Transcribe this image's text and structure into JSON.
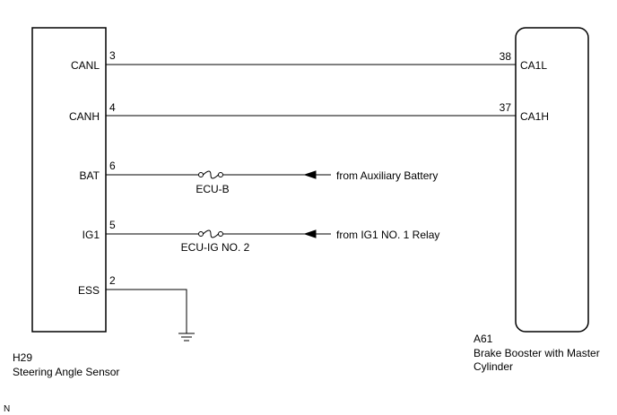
{
  "left_component": {
    "code": "H29",
    "name": "Steering Angle Sensor",
    "pins": [
      {
        "label": "CANL",
        "pin": "3"
      },
      {
        "label": "CANH",
        "pin": "4"
      },
      {
        "label": "BAT",
        "pin": "6"
      },
      {
        "label": "IG1",
        "pin": "5"
      },
      {
        "label": "ESS",
        "pin": "2"
      }
    ]
  },
  "right_component": {
    "code": "A61",
    "name_line1": "Brake Booster with Master",
    "name_line2": "Cylinder",
    "pins": [
      {
        "label": "CA1L",
        "pin": "38"
      },
      {
        "label": "CA1H",
        "pin": "37"
      }
    ]
  },
  "fuses": [
    {
      "label": "ECU-B",
      "source": "from Auxiliary Battery"
    },
    {
      "label": "ECU-IG NO. 2",
      "source": "from IG1 NO. 1 Relay"
    }
  ],
  "footer_mark": "N",
  "colors": {
    "line": "#000000",
    "background": "#ffffff"
  }
}
